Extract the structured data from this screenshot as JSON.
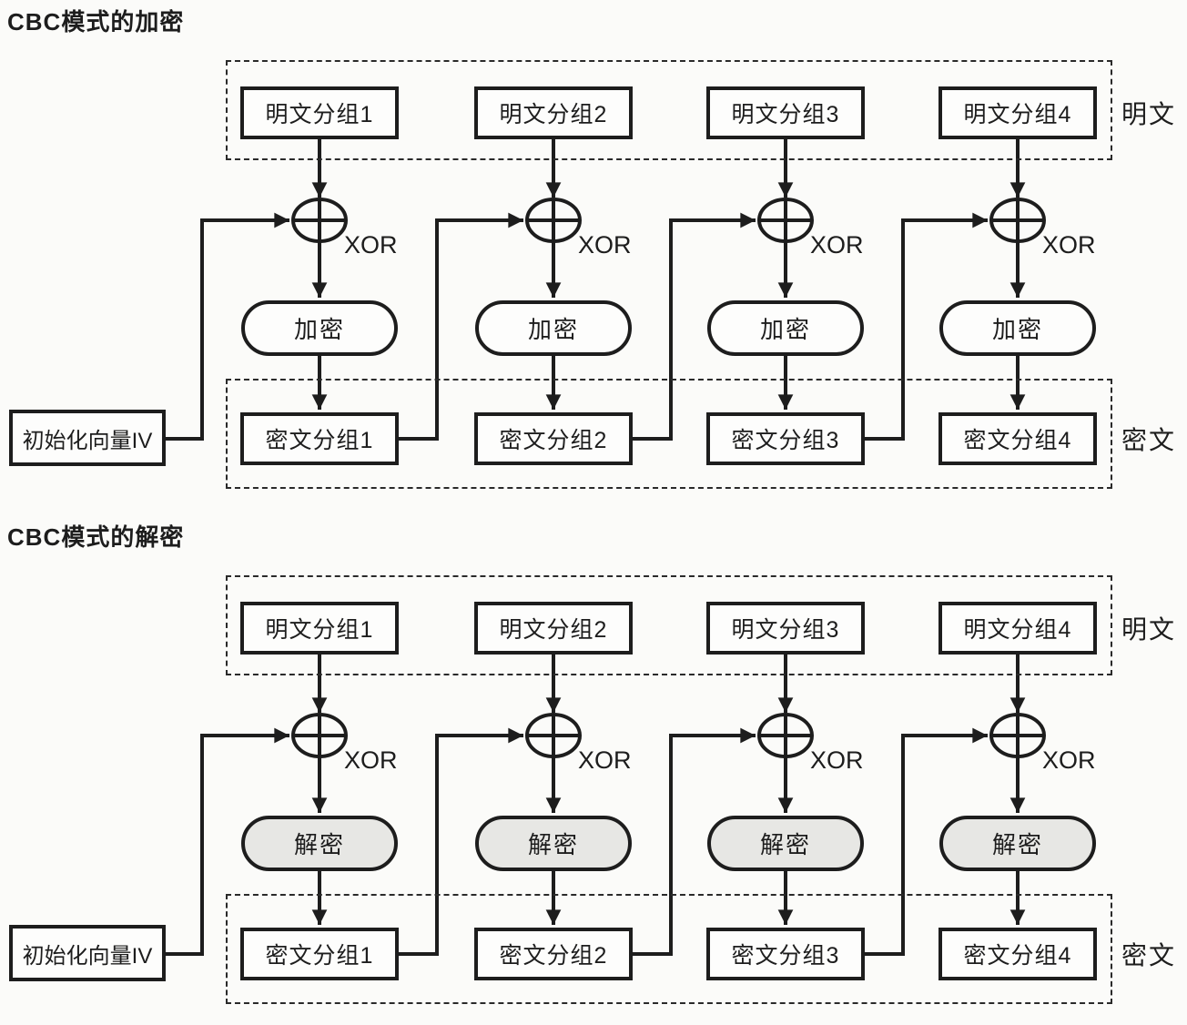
{
  "colors": {
    "ink": "#1d1d1d",
    "paper": "#fbfbf9",
    "encrypt_fill": "#fdfdfc",
    "decrypt_fill": "#e7e7e4"
  },
  "encryption": {
    "title": "CBC模式的加密",
    "iv_label": "初始化向量IV",
    "xor_label": "XOR",
    "operation_label": "加密",
    "plaintext_blocks": [
      "明文分组1",
      "明文分组2",
      "明文分组3",
      "明文分组4"
    ],
    "ciphertext_blocks": [
      "密文分组1",
      "密文分组2",
      "密文分组3",
      "密文分组4"
    ],
    "plaintext_row_label": "明文",
    "ciphertext_row_label": "密文"
  },
  "decryption": {
    "title": "CBC模式的解密",
    "iv_label": "初始化向量IV",
    "xor_label": "XOR",
    "operation_label": "解密",
    "plaintext_blocks": [
      "明文分组1",
      "明文分组2",
      "明文分组3",
      "明文分组4"
    ],
    "ciphertext_blocks": [
      "密文分组1",
      "密文分组2",
      "密文分组3",
      "密文分组4"
    ],
    "plaintext_row_label": "明文",
    "ciphertext_row_label": "密文"
  }
}
